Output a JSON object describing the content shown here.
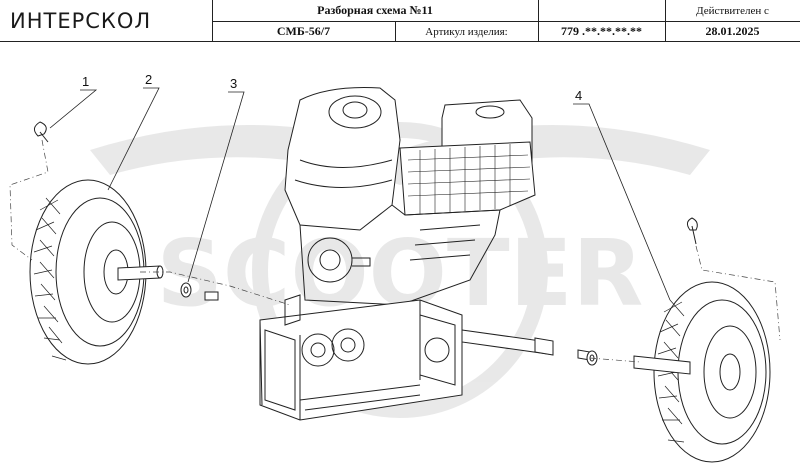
{
  "logo": {
    "text": "ИНТЕРСКОЛ"
  },
  "header": {
    "title": "Разборная схема №11",
    "valid_from_label": "Действителен с",
    "model": "СМБ-56/7",
    "article_label": "Артикул изделия:",
    "article_value": "779 .**.**.**.**",
    "date": "28.01.2025"
  },
  "watermark": {
    "text": "SCOOTER"
  },
  "callouts": [
    "1",
    "2",
    "3",
    "4"
  ]
}
